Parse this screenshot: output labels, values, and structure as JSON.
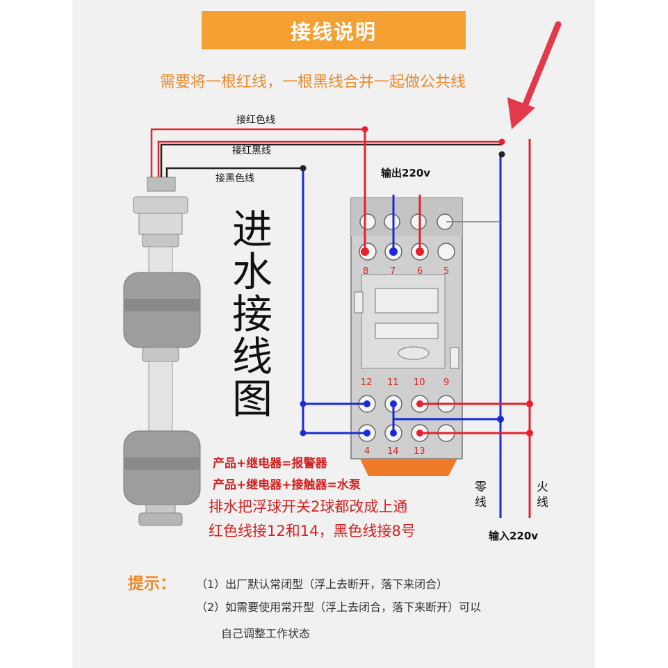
{
  "header": {
    "title": "接线说明",
    "subtitle": "需要将一根红线，一根黑线合并一起做公共线"
  },
  "wires": {
    "red_label": "接红色线",
    "red_black_label": "接红黑线",
    "black_label": "接黑色线",
    "output_label": "输出220v",
    "input_label": "输入220v",
    "neutral_label": "零线",
    "live_label": "火线"
  },
  "diagram_title": "进水接线图",
  "relay_pins": {
    "top": [
      "8",
      "7",
      "6",
      "5"
    ],
    "middle": [
      "12",
      "11",
      "10",
      "9"
    ],
    "bottom": [
      "4",
      "14",
      "13"
    ]
  },
  "notes": {
    "alarm": "产品+继电器=报警器",
    "pump": "产品+继电器+接触器=水泵",
    "drain_line1": "排水把浮球开关2球都改成上通",
    "drain_line2": "红色线接12和14，黑色线接8号"
  },
  "tips": {
    "title": "提示：",
    "item1": "（1）出厂默认常闭型（浮上去断开，落下来闭合）",
    "item2": "（2）如需要使用常开型（浮上去闭合，落下来断开）可以",
    "item2_cont": "自己调整工作状态"
  },
  "colors": {
    "red_wire": "#e8202a",
    "blue_wire": "#1a2ad8",
    "black_wire": "#111111",
    "orange": "#f5a032",
    "arrow": "#e23a4a"
  }
}
